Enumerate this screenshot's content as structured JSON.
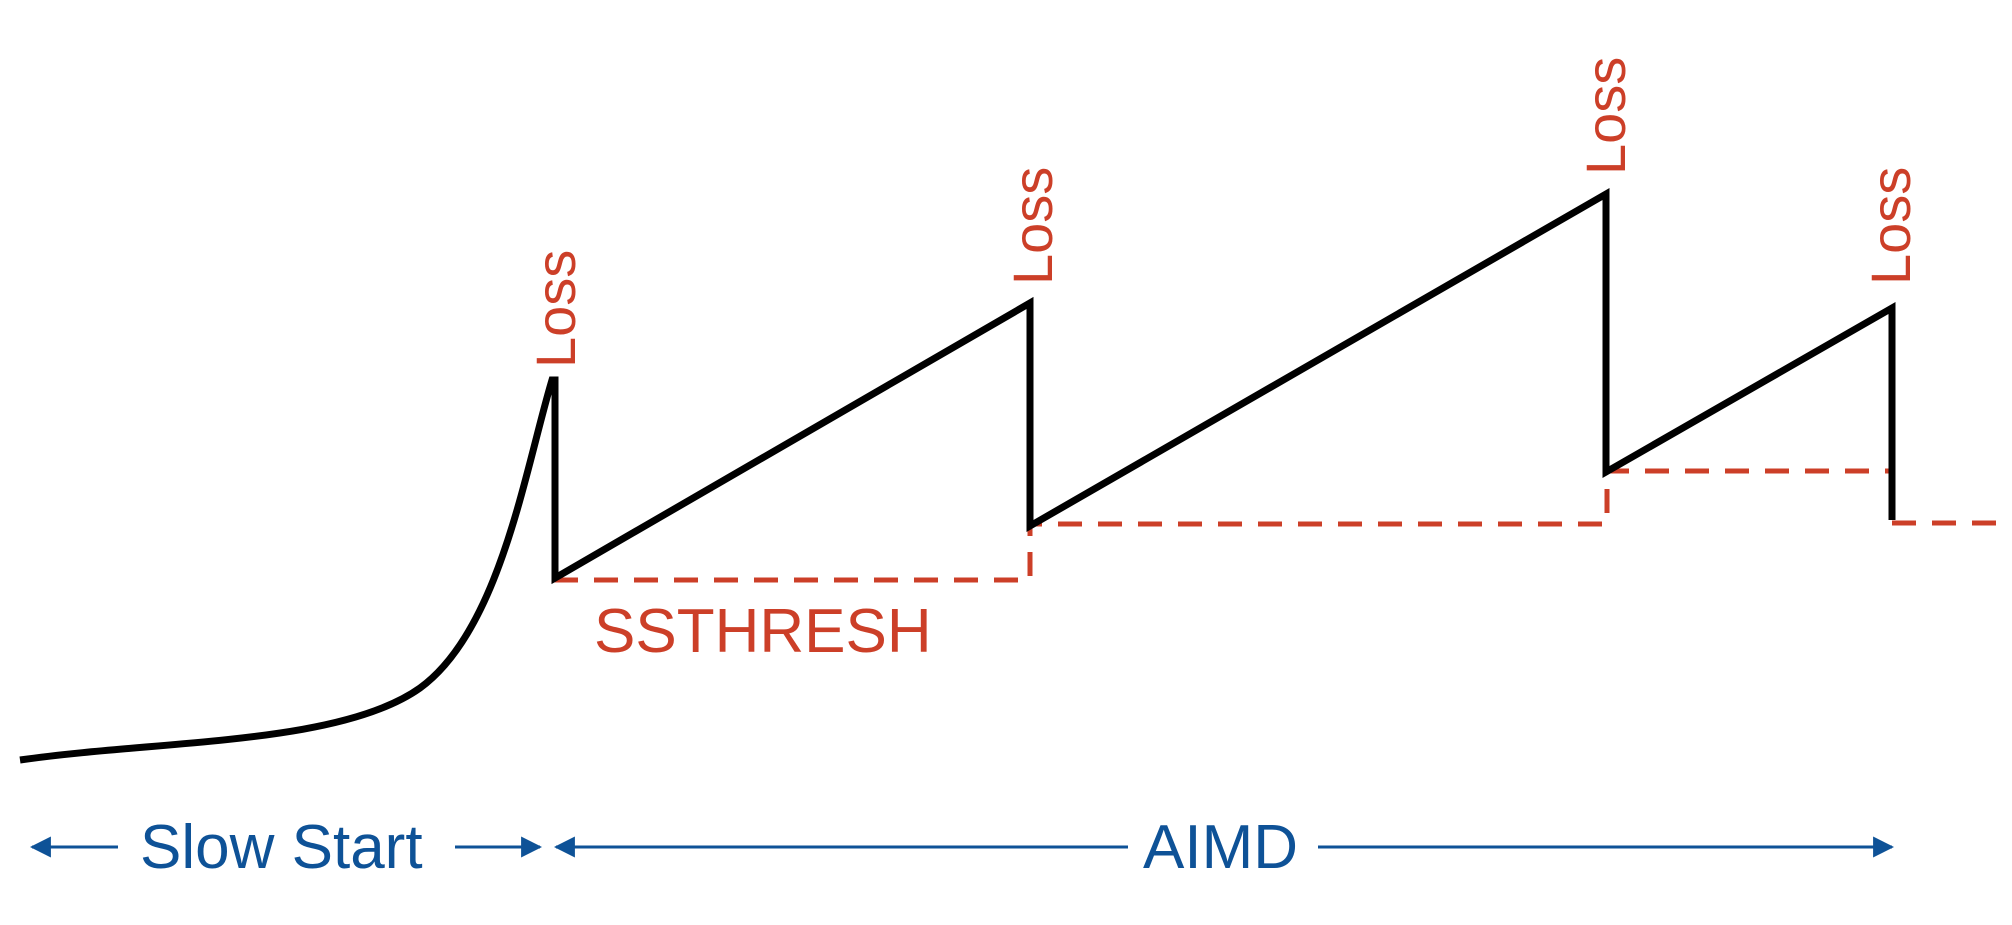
{
  "colors": {
    "cwnd": "#000000",
    "annotation": "#cc3f28",
    "phase": "#0e5297",
    "background": "#ffffff"
  },
  "loss_label": "Loss",
  "ssthresh_label": "SSTHRESH",
  "phases": {
    "slow_start": "Slow Start",
    "aimd": "AIMD"
  }
}
